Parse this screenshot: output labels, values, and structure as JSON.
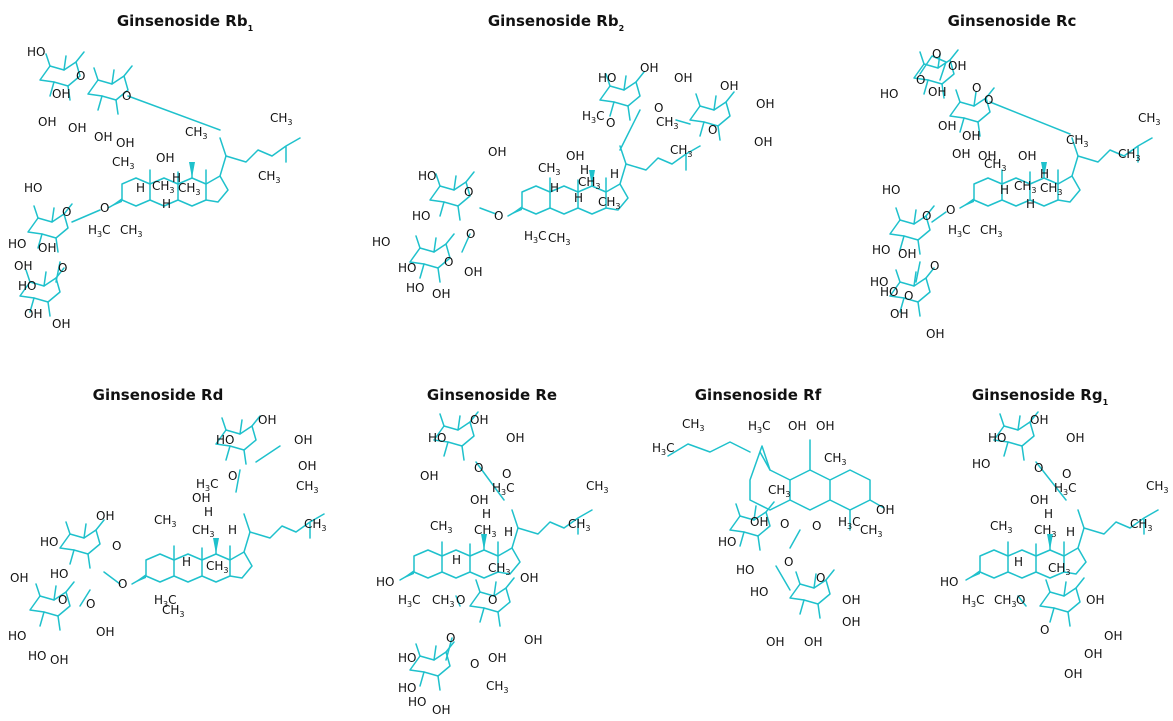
{
  "colors": {
    "bond": "#1fc1cc",
    "text": "#111111"
  },
  "compounds": [
    {
      "id": "rb1",
      "title": "Ginsenoside Rb",
      "sub": "1"
    },
    {
      "id": "rb2",
      "title": "Ginsenoside Rb",
      "sub": "2"
    },
    {
      "id": "rc",
      "title": "Ginsenoside Rc",
      "sub": ""
    },
    {
      "id": "rd",
      "title": "Ginsenoside Rd",
      "sub": ""
    },
    {
      "id": "re",
      "title": "Ginsenoside Re",
      "sub": ""
    },
    {
      "id": "rf",
      "title": "Ginsenoside Rf",
      "sub": ""
    },
    {
      "id": "rg1",
      "title": "Ginsenoside Rg",
      "sub": "1"
    }
  ],
  "labels": {
    "OH": "OH",
    "HO": "HO",
    "O": "O",
    "H": "H",
    "C": "C",
    "CH": "CH",
    "three": "3"
  }
}
